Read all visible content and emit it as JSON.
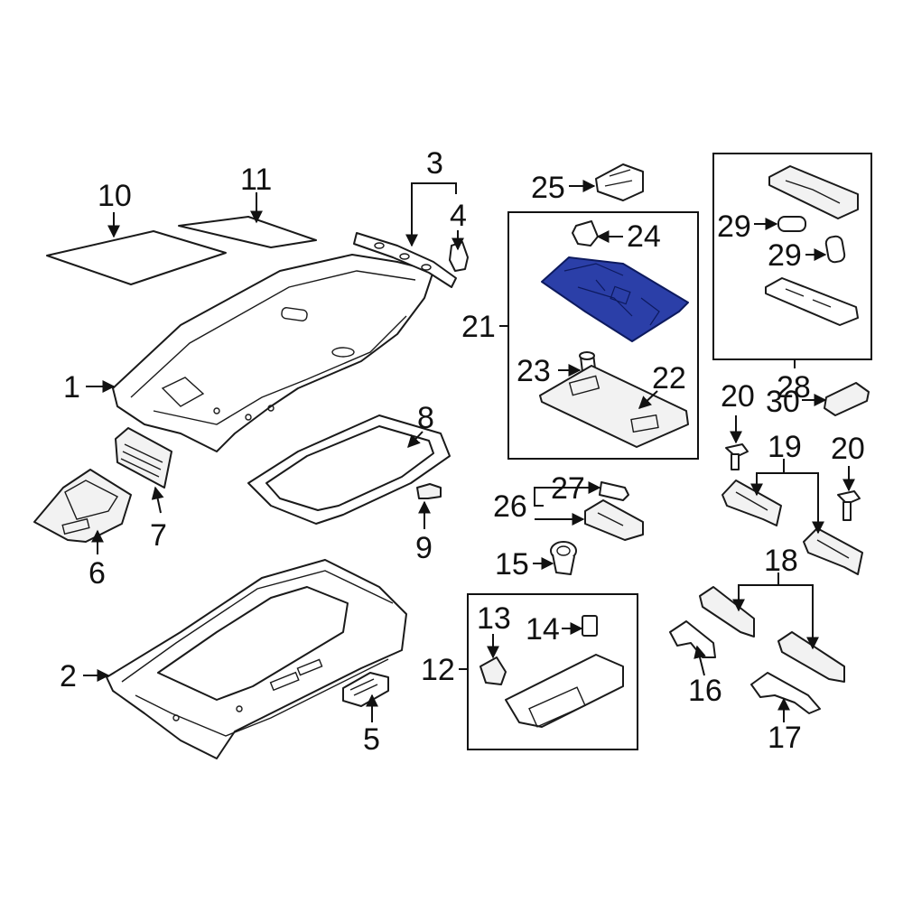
{
  "labels": {
    "l1": "1",
    "l2": "2",
    "l3": "3",
    "l4": "4",
    "l5": "5",
    "l6": "6",
    "l7": "7",
    "l8": "8",
    "l9": "9",
    "l10": "10",
    "l11": "11",
    "l12": "12",
    "l13": "13",
    "l14": "14",
    "l15": "15",
    "l16": "16",
    "l17": "17",
    "l18": "18",
    "l19": "19",
    "l20a": "20",
    "l20b": "20",
    "l21": "21",
    "l22": "22",
    "l23": "23",
    "l24": "24",
    "l25": "25",
    "l26": "26",
    "l27": "27",
    "l28": "28",
    "l29a": "29",
    "l29b": "29",
    "l30": "30"
  },
  "colors": {
    "highlight_fill": "#2b3fa8",
    "highlight_stroke": "#0d1a5e",
    "line": "#1a1a1a"
  },
  "highlighted_part": "21"
}
